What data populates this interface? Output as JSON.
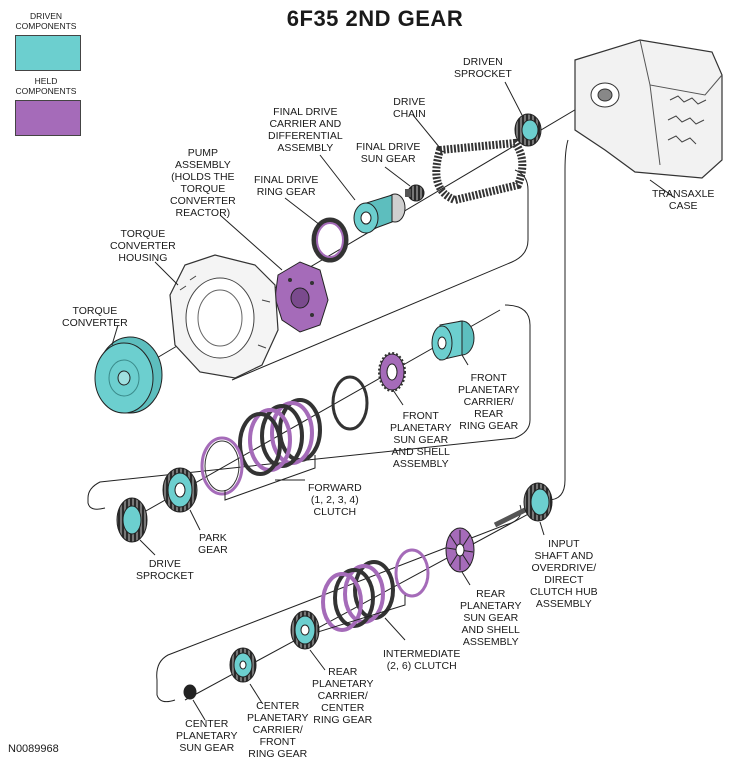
{
  "title": "6F35 2ND GEAR",
  "legend": {
    "driven_label": "DRIVEN\nCOMPONENTS",
    "held_label": "HELD\nCOMPONENTS",
    "driven_color": "#6ccfcf",
    "held_color": "#a56bb9"
  },
  "labels": {
    "driven_sprocket": "DRIVEN\nSPROCKET",
    "drive_chain": "DRIVE\nCHAIN",
    "final_drive_carrier": "FINAL DRIVE\nCARRIER AND\nDIFFERENTIAL\nASSEMBLY",
    "final_drive_sun": "FINAL DRIVE\nSUN GEAR",
    "pump_assembly": "PUMP\nASSEMBLY\n(HOLDS THE\nTORQUE\nCONVERTER\nREACTOR)",
    "final_drive_ring": "FINAL DRIVE\nRING GEAR",
    "transaxle_case": "TRANSAXLE\nCASE",
    "tc_housing": "TORQUE\nCONVERTER\nHOUSING",
    "torque_converter": "TORQUE\nCONVERTER",
    "front_planetary_carrier": "FRONT\nPLANETARY\nCARRIER/\nREAR\nRING GEAR",
    "front_planetary_sun": "FRONT\nPLANETARY\nSUN GEAR\nAND SHELL\nASSEMBLY",
    "forward_clutch": "FORWARD\n(1, 2, 3, 4)\nCLUTCH",
    "park_gear": "PARK\nGEAR",
    "drive_sprocket": "DRIVE\nSPROCKET",
    "input_shaft": "INPUT\nSHAFT AND\nOVERDRIVE/\nDIRECT\nCLUTCH HUB\nASSEMBLY",
    "rear_planetary_sun": "REAR\nPLANETARY\nSUN GEAR\nAND SHELL\nASSEMBLY",
    "intermediate_clutch": "INTERMEDIATE\n(2, 6) CLUTCH",
    "rear_planetary_carrier": "REAR\nPLANETARY\nCARRIER/\nCENTER\nRING GEAR",
    "center_planetary_carrier": "CENTER\nPLANETARY\nCARRIER/\nFRONT\nRING GEAR",
    "center_planetary_sun": "CENTER\nPLANETARY\nSUN GEAR"
  },
  "figure_code": "N0089968"
}
